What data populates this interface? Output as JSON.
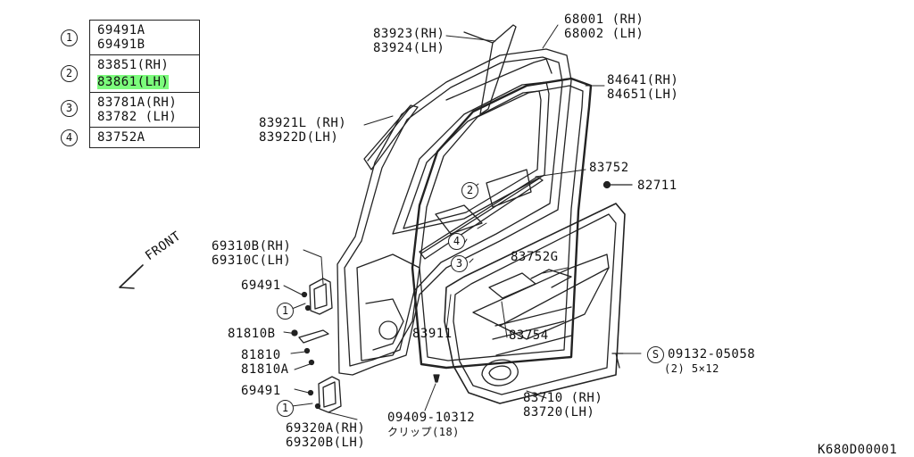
{
  "legend": [
    {
      "num": "1",
      "parts": [
        "69491A",
        "69491B"
      ]
    },
    {
      "num": "2",
      "parts": [
        "83851(RH)",
        "83861(LH)"
      ],
      "highlight": "83861"
    },
    {
      "num": "3",
      "parts": [
        "83781A(RH)",
        "83782 (LH)"
      ]
    },
    {
      "num": "4",
      "parts": [
        "83752A"
      ]
    }
  ],
  "labels": {
    "p83923": "83923(RH)",
    "p83924": "83924(LH)",
    "p68001": "68001 (RH)",
    "p68002": "68002 (LH)",
    "p84641": "84641(RH)",
    "p84651": "84651(LH)",
    "p83921": "83921L (RH)",
    "p83922": "83922D(LH)",
    "p83752": "83752",
    "p82711": "82711",
    "p69310b": "69310B(RH)",
    "p69310c": "69310C(LH)",
    "p69491a": "69491",
    "p83752g": "83752G",
    "p81810b": "81810B",
    "p81810": "81810",
    "p81810a": "81810A",
    "p83911": "83911",
    "p83754": "83754",
    "p09132": "09132-05058",
    "p09132qty": "(2) 5×12",
    "p69491b": "69491",
    "p83710": "83710 (RH)",
    "p83720": "83720(LH)",
    "p09409": "09409-10312",
    "p09409qty": "クリップ(18)",
    "p69320a": "69320A(RH)",
    "p69320b": "69320B(LH)",
    "front": "FRONT",
    "s_marker": "S",
    "diagram_code": "K680D00001"
  },
  "callouts": {
    "c1": "1",
    "c2": "2",
    "c3": "3",
    "c4": "4"
  }
}
